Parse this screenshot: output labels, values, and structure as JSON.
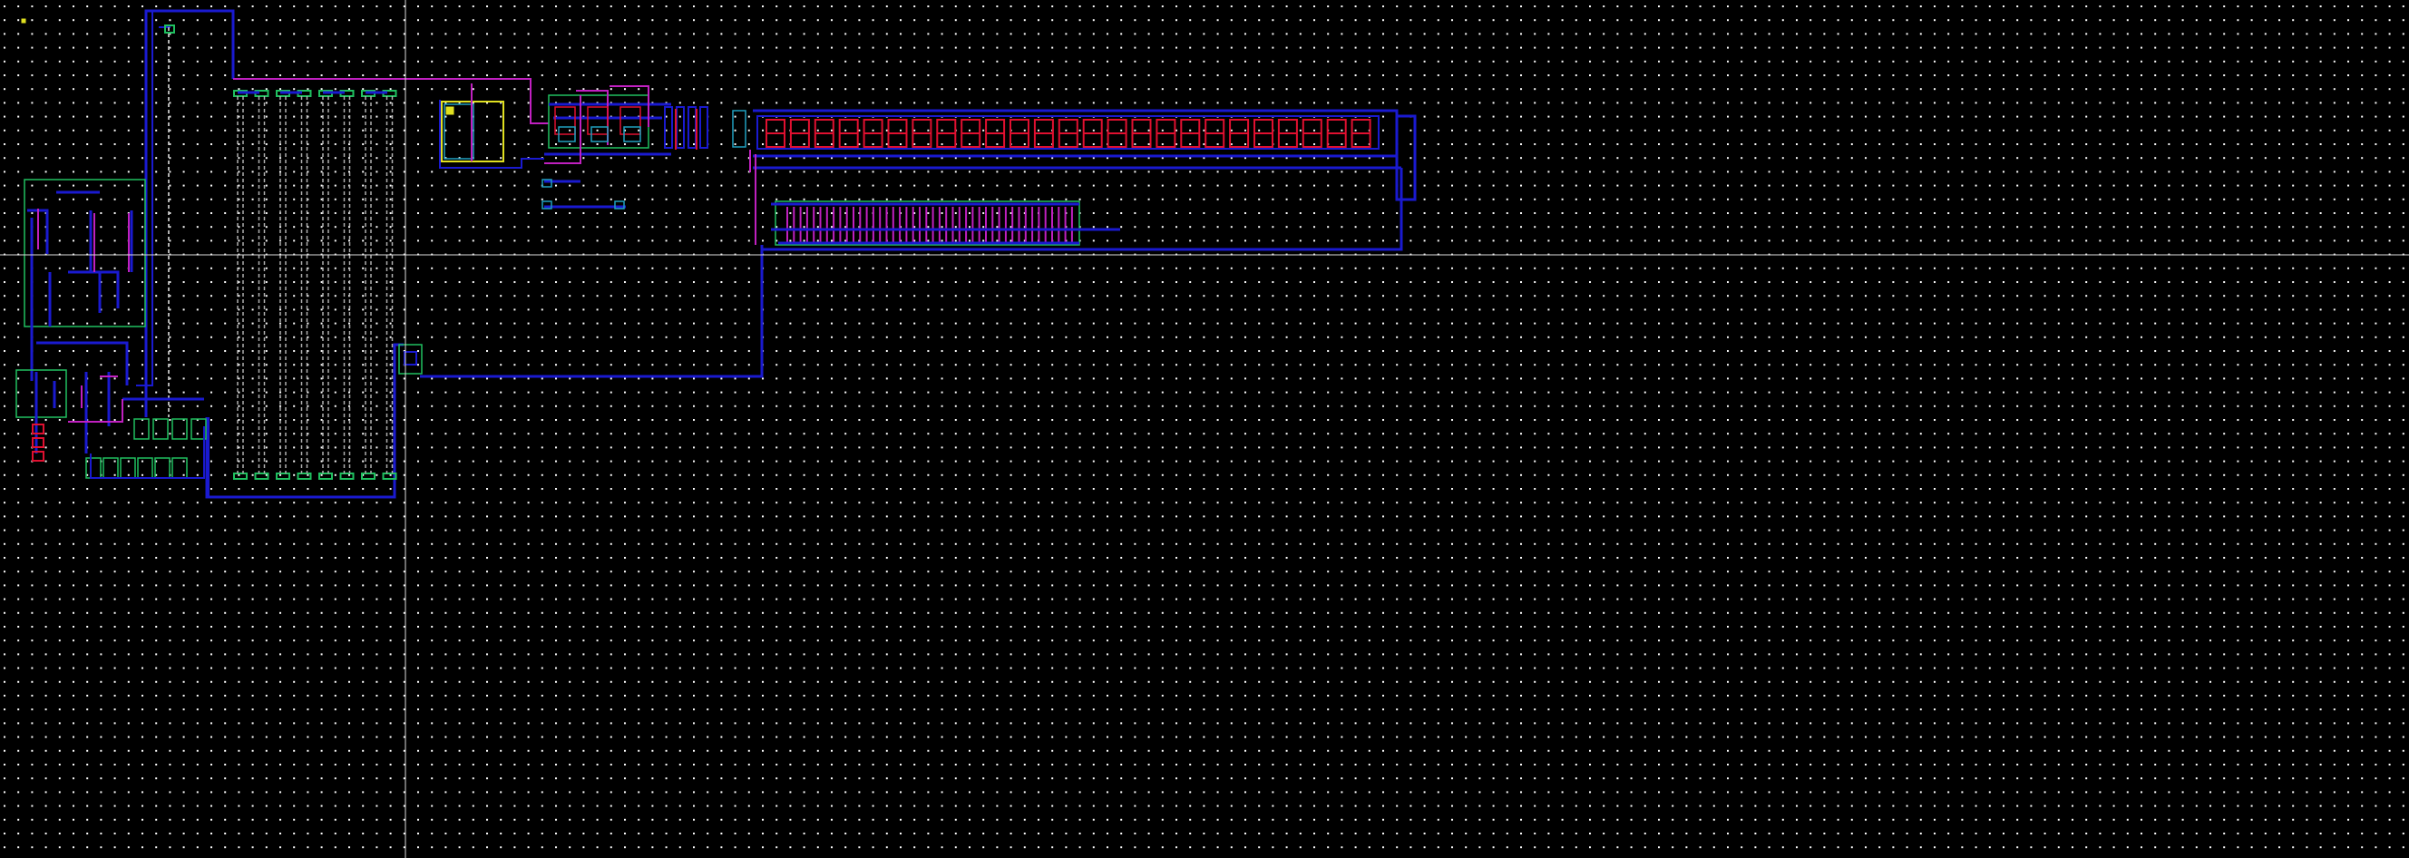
{
  "viewer": {
    "background": "#000000",
    "grid_color": "#ffffff",
    "crosshair_color": "#e0e0e0"
  },
  "layers": {
    "metal1": "#1a1ad0",
    "metal2": "#c020c0",
    "poly": "#e01030",
    "well": "#20c060",
    "diffusion": "#20a0c0",
    "resistor": "#b0b0b0",
    "marker": "#e0e020"
  },
  "layout": {
    "resistor_columns": 8,
    "transistor_cells": 25,
    "capacitor_fingers": 44
  }
}
